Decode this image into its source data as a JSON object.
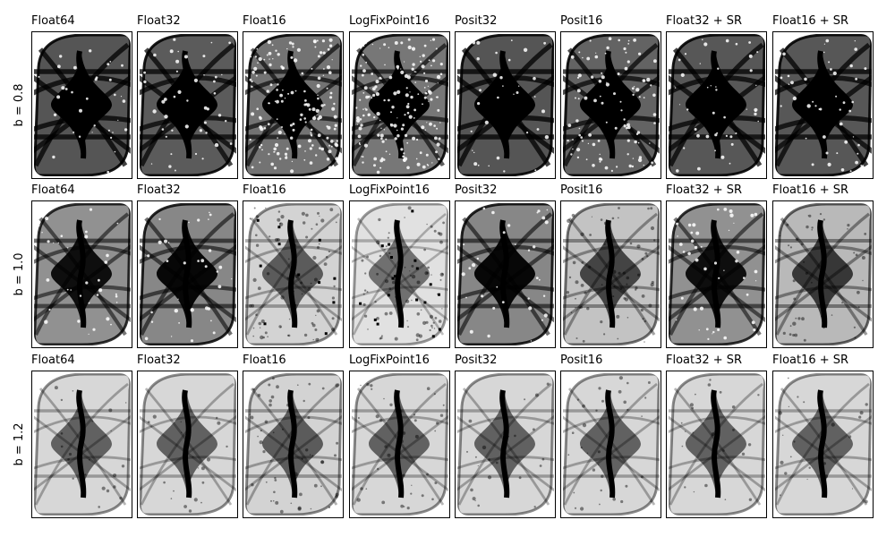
{
  "chart_data": {
    "type": "heatmap",
    "columns": [
      "Float64",
      "Float32",
      "Float16",
      "LogFixPoint16",
      "Posit32",
      "Posit16",
      "Float32 + SR",
      "Float16 + SR"
    ],
    "rows": [
      "b = 0.8",
      "b = 1.0",
      "b = 1.2"
    ],
    "panels": [
      [
        {
          "title": "Float64",
          "density": 0.85,
          "noise": 0.15,
          "speckle": 0.0
        },
        {
          "title": "Float32",
          "density": 0.82,
          "noise": 0.2,
          "speckle": 0.0
        },
        {
          "title": "Float16",
          "density": 0.7,
          "noise": 0.75,
          "speckle": 0.0
        },
        {
          "title": "LogFixPoint16",
          "density": 0.68,
          "noise": 0.8,
          "speckle": 0.0
        },
        {
          "title": "Posit32",
          "density": 0.85,
          "noise": 0.15,
          "speckle": 0.0
        },
        {
          "title": "Posit16",
          "density": 0.78,
          "noise": 0.45,
          "speckle": 0.0
        },
        {
          "title": "Float32 + SR",
          "density": 0.84,
          "noise": 0.2,
          "speckle": 0.0
        },
        {
          "title": "Float16 + SR",
          "density": 0.84,
          "noise": 0.2,
          "speckle": 0.0
        }
      ],
      [
        {
          "title": "Float64",
          "density": 0.55,
          "noise": 0.15,
          "speckle": 0.0
        },
        {
          "title": "Float32",
          "density": 0.6,
          "noise": 0.15,
          "speckle": 0.0
        },
        {
          "title": "Float16",
          "density": 0.22,
          "noise": 0.35,
          "speckle": 0.3
        },
        {
          "title": "LogFixPoint16",
          "density": 0.15,
          "noise": 0.35,
          "speckle": 0.5
        },
        {
          "title": "Posit32",
          "density": 0.6,
          "noise": 0.15,
          "speckle": 0.0
        },
        {
          "title": "Posit16",
          "density": 0.3,
          "noise": 0.3,
          "speckle": 0.0
        },
        {
          "title": "Float32 + SR",
          "density": 0.55,
          "noise": 0.2,
          "speckle": 0.0
        },
        {
          "title": "Float16 + SR",
          "density": 0.35,
          "noise": 0.2,
          "speckle": 0.0
        }
      ],
      [
        {
          "title": "Float64",
          "density": 0.2,
          "noise": 0.1,
          "speckle": 0.0
        },
        {
          "title": "Float32",
          "density": 0.2,
          "noise": 0.1,
          "speckle": 0.0
        },
        {
          "title": "Float16",
          "density": 0.22,
          "noise": 0.25,
          "speckle": 0.0
        },
        {
          "title": "LogFixPoint16",
          "density": 0.2,
          "noise": 0.2,
          "speckle": 0.0
        },
        {
          "title": "Posit32",
          "density": 0.2,
          "noise": 0.1,
          "speckle": 0.0
        },
        {
          "title": "Posit16",
          "density": 0.2,
          "noise": 0.15,
          "speckle": 0.0
        },
        {
          "title": "Float32 + SR",
          "density": 0.2,
          "noise": 0.1,
          "speckle": 0.0
        },
        {
          "title": "Float16 + SR",
          "density": 0.2,
          "noise": 0.1,
          "speckle": 0.0
        }
      ]
    ],
    "colormap": "grayscale (white = 0, black = high density)",
    "axes_ticks": "none"
  }
}
